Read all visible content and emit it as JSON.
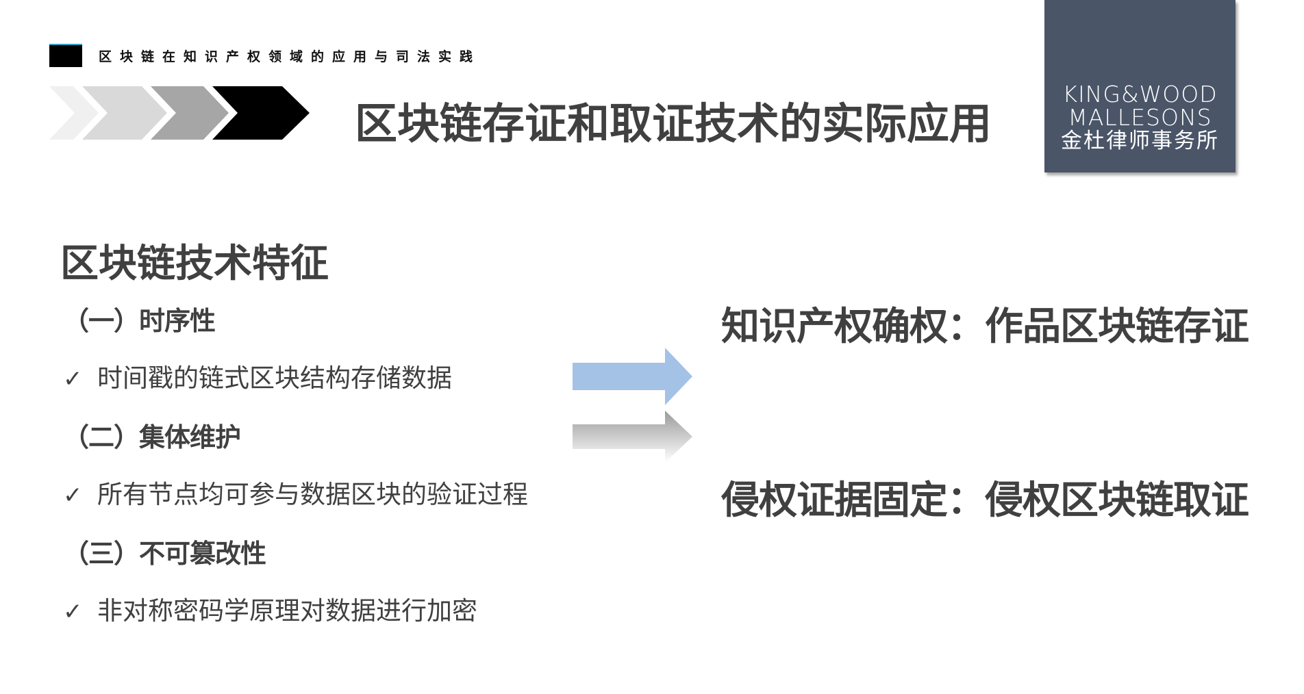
{
  "header": {
    "subtitle": "区块链在知识产权领域的应用与司法实践",
    "title": "区块链存证和取证技术的实际应用"
  },
  "logo": {
    "line1": "KING&WOOD",
    "line2": "MALLESONS",
    "line3": "金杜律师事务所",
    "background": "#4a5568"
  },
  "left": {
    "heading": "区块链技术特征",
    "items": [
      {
        "label": "（一）时序性",
        "bullet": "时间戳的链式区块结构存储数据"
      },
      {
        "label": "（二）集体维护",
        "bullet": "所有节点均可参与数据区块的验证过程"
      },
      {
        "label": "（三）不可篡改性",
        "bullet": "非对称密码学原理对数据进行加密"
      }
    ],
    "check_glyph": "✓"
  },
  "right": {
    "results": [
      "知识产权确权：作品区块链存证",
      "侵权证据固定：侵权区块链取证"
    ],
    "arrow_colors": [
      "#a3c2e6",
      "#b8b8b8"
    ]
  }
}
